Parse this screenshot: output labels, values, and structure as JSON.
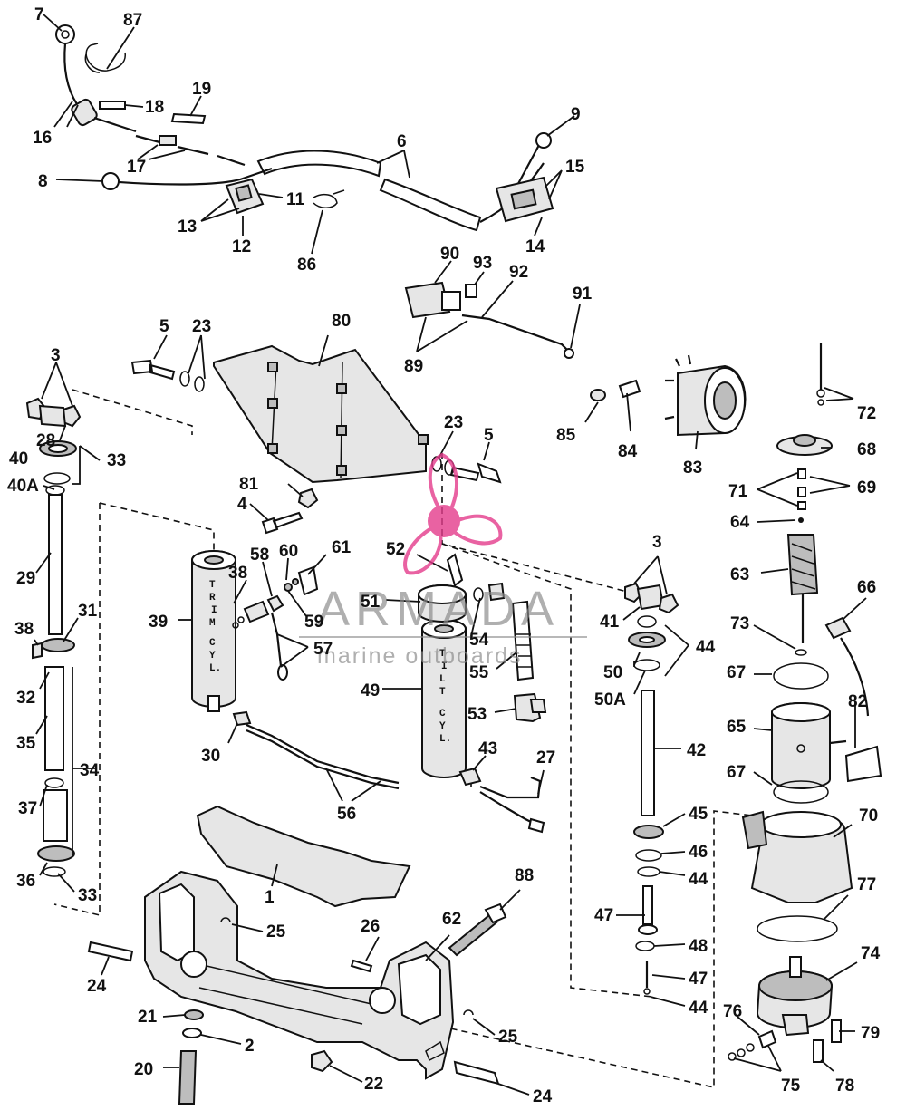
{
  "watermark": {
    "title": "ARMADA",
    "subtitle": "marine outboards",
    "accent_color": "#e43b8c"
  },
  "cylinder_text": {
    "trim": [
      "T",
      "R",
      "I",
      "M",
      "C",
      "Y",
      "L."
    ],
    "tilt": [
      "T",
      "I",
      "L",
      "T",
      "C",
      "Y",
      "L."
    ]
  },
  "callouts": {
    "c7": "7",
    "c87": "87",
    "c19": "19",
    "c18": "18",
    "c16": "16",
    "c17": "17",
    "c8": "8",
    "c6": "6",
    "c9": "9",
    "c15": "15",
    "c11": "11",
    "c13": "13",
    "c12": "12",
    "c14": "14",
    "c86": "86",
    "c90": "90",
    "c93": "93",
    "c92": "92",
    "c91": "91",
    "c89": "89",
    "c5a": "5",
    "c23a": "23",
    "c80": "80",
    "c3a": "3",
    "c28": "28",
    "c33a": "33",
    "c40": "40",
    "c40a": "40A",
    "c29": "29",
    "c38a": "38",
    "c31": "31",
    "c32": "32",
    "c35": "35",
    "c34": "34",
    "c37": "37",
    "c36": "36",
    "c33b": "33",
    "c81": "81",
    "c4": "4",
    "c23b": "23",
    "c5b": "5",
    "c85": "85",
    "c84": "84",
    "c83": "83",
    "c72": "72",
    "c68": "68",
    "c71": "71",
    "c69": "69",
    "c64": "64",
    "c63": "63",
    "c66": "66",
    "c73": "73",
    "c67a": "67",
    "c65": "65",
    "c82": "82",
    "c67b": "67",
    "c70": "70",
    "c77": "77",
    "c74": "74",
    "c76": "76",
    "c79": "79",
    "c75": "75",
    "c78": "78",
    "c38b": "38",
    "c58": "58",
    "c60": "60",
    "c61": "61",
    "c39": "39",
    "c59": "59",
    "c57": "57",
    "c52": "52",
    "c51": "51",
    "c54": "54",
    "c55": "55",
    "c49": "49",
    "c53": "53",
    "c3b": "3",
    "c41": "41",
    "c44a": "44",
    "c50": "50",
    "c50a": "50A",
    "c42": "42",
    "c30": "30",
    "c56": "56",
    "c43": "43",
    "c27": "27",
    "c45": "45",
    "c46": "46",
    "c44b": "44",
    "c1": "1",
    "c88": "88",
    "c47a": "47",
    "c48": "48",
    "c47b": "47",
    "c44c": "44",
    "c25a": "25",
    "c26": "26",
    "c62": "62",
    "c24a": "24",
    "c21": "21",
    "c2": "2",
    "c25b": "25",
    "c20": "20",
    "c22": "22",
    "c24b": "24"
  }
}
